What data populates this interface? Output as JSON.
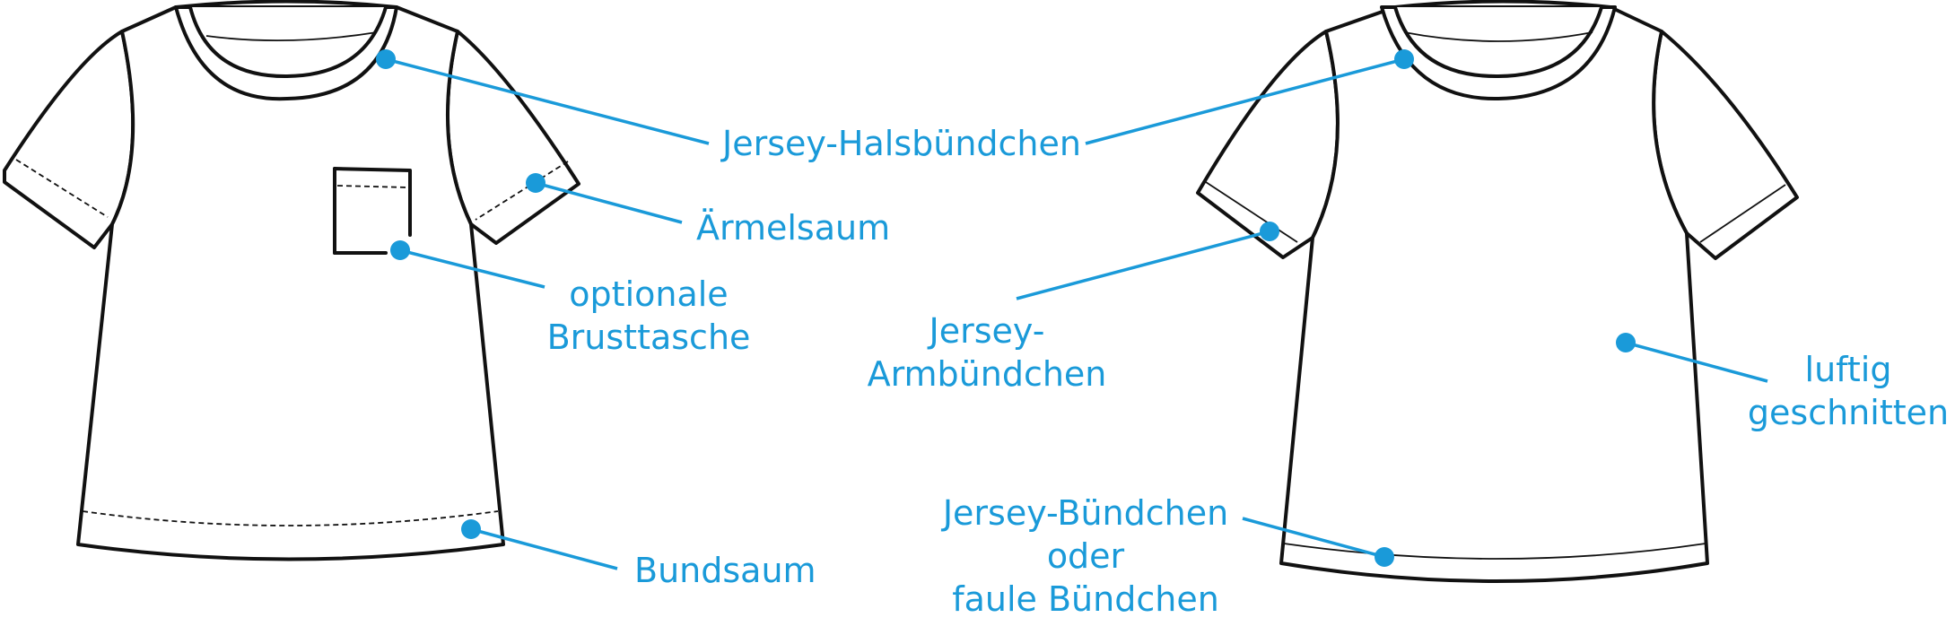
{
  "accent_color": "#1a9ad9",
  "outline_color": "#111111",
  "left_shirt": {
    "labels": {
      "neckband": "Jersey-Halsbündchen",
      "sleeve_hem": "Ärmelsaum",
      "pocket_line1": "optionale",
      "pocket_line2": "Brusttasche",
      "waist_hem": "Bundsaum"
    }
  },
  "right_shirt": {
    "labels": {
      "arm_cuff_line1": "Jersey-",
      "arm_cuff_line2": "Armbündchen",
      "fit_line1": "luftig",
      "fit_line2": "geschnitten",
      "hem_band_line1": "Jersey-Bündchen",
      "hem_band_line2": "oder",
      "hem_band_line3": "faule Bündchen"
    }
  }
}
